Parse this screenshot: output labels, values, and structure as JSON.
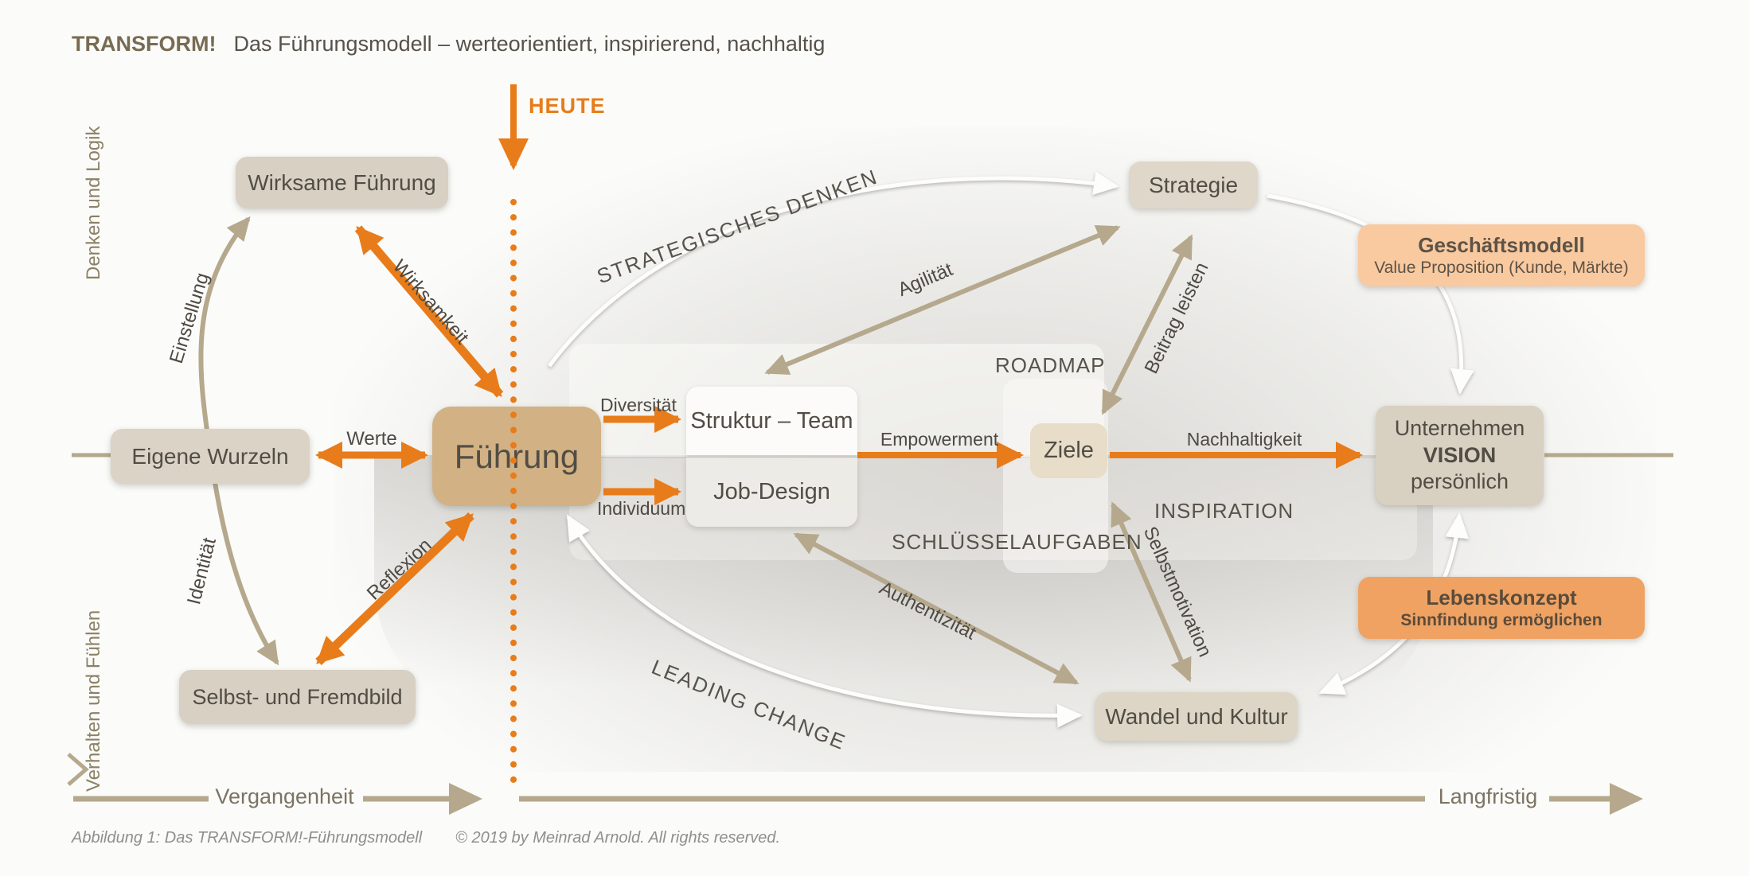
{
  "header": {
    "brand": "TRANSFORM!",
    "title": "Das Führungsmodell – werteorientiert, inspirierend, nachhaltig"
  },
  "axes": {
    "left_top": "Denken und Logik",
    "left_bottom": "Verhalten und Fühlen",
    "today": "HEUTE",
    "past": "Vergangenheit",
    "long_term": "Langfristig"
  },
  "nodes": {
    "wirksame_fuehrung": "Wirksame Führung",
    "eigene_wurzeln": "Eigene Wurzeln",
    "fuehrung": "Führung",
    "selbst_fremdbild": "Selbst- und Fremdbild",
    "strategie": "Strategie",
    "struktur_team": "Struktur – Team",
    "job_design": "Job-Design",
    "ziele": "Ziele",
    "vision_line1": "Unternehmen",
    "vision_line2": "VISION",
    "vision_line3": "persönlich",
    "wandel_kultur": "Wandel und Kultur",
    "geschaeftsmodell_title": "Geschäftsmodell",
    "geschaeftsmodell_sub": "Value Proposition (Kunde, Märkte)",
    "lebenskonzept_title": "Lebenskonzept",
    "lebenskonzept_sub": "Sinnfindung ermöglichen"
  },
  "edge_labels": {
    "wirksamkeit": "Wirksamkeit",
    "einstellung": "Einstellung",
    "identitaet": "Identität",
    "werte": "Werte",
    "reflexion": "Reflexion",
    "diversitaet": "Diversität",
    "individuum": "Individuum",
    "empowerment": "Empowerment",
    "nachhaltigkeit": "Nachhaltigkeit",
    "agilitaet": "Agilität",
    "beitrag_leisten": "Beitrag leisten",
    "selbstmotivation": "Selbstmotivation",
    "authentizitaet": "Authentizität"
  },
  "zones": {
    "strategisches_denken": "STRATEGISCHES DENKEN",
    "leading_change": "LEADING CHANGE",
    "roadmap": "ROADMAP",
    "inspiration": "INSPIRATION",
    "schluesselaufgaben": "SCHLÜSSELAUFGABEN"
  },
  "caption": {
    "figure": "Abbildung 1: Das TRANSFORM!-Führungsmodell",
    "copyright": "© 2019 by Meinrad Arnold. All rights reserved."
  },
  "colors": {
    "orange": "#e87c1a",
    "tan": "#b5a88c",
    "peach_box": "#f9c9a0",
    "orange_box": "#f0a263",
    "beige_box": "#d7d0c3",
    "fuehrung_box": "#d2b184"
  }
}
